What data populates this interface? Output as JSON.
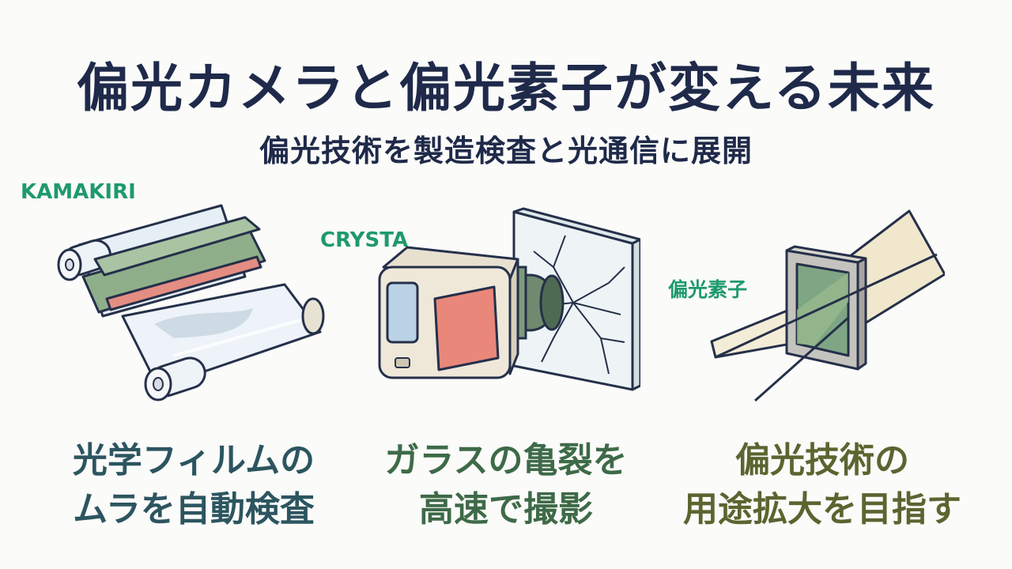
{
  "header": {
    "title": "偏光カメラと偏光素子が変える未来",
    "subtitle": "偏光技術を製造検査と光通信に展開"
  },
  "panels": [
    {
      "tag": "KAMAKIRI",
      "caption_line1": "光学フィルムの",
      "caption_line2": "ムラを自動検査",
      "icon": "film-roll-inspection-icon"
    },
    {
      "tag": "CRYSTA",
      "caption_line1": "ガラスの亀裂を",
      "caption_line2": "高速で撮影",
      "icon": "camera-glass-crack-icon"
    },
    {
      "tag": "偏光素子",
      "caption_line1": "偏光技術の",
      "caption_line2": "用途拡大を目指す",
      "icon": "polarizer-beam-icon"
    }
  ],
  "colors": {
    "title": "#1f2a4a",
    "tag": "#1e9a6b",
    "caption1": "#2c5560",
    "caption2": "#3e6a48",
    "caption3": "#5a6530"
  }
}
